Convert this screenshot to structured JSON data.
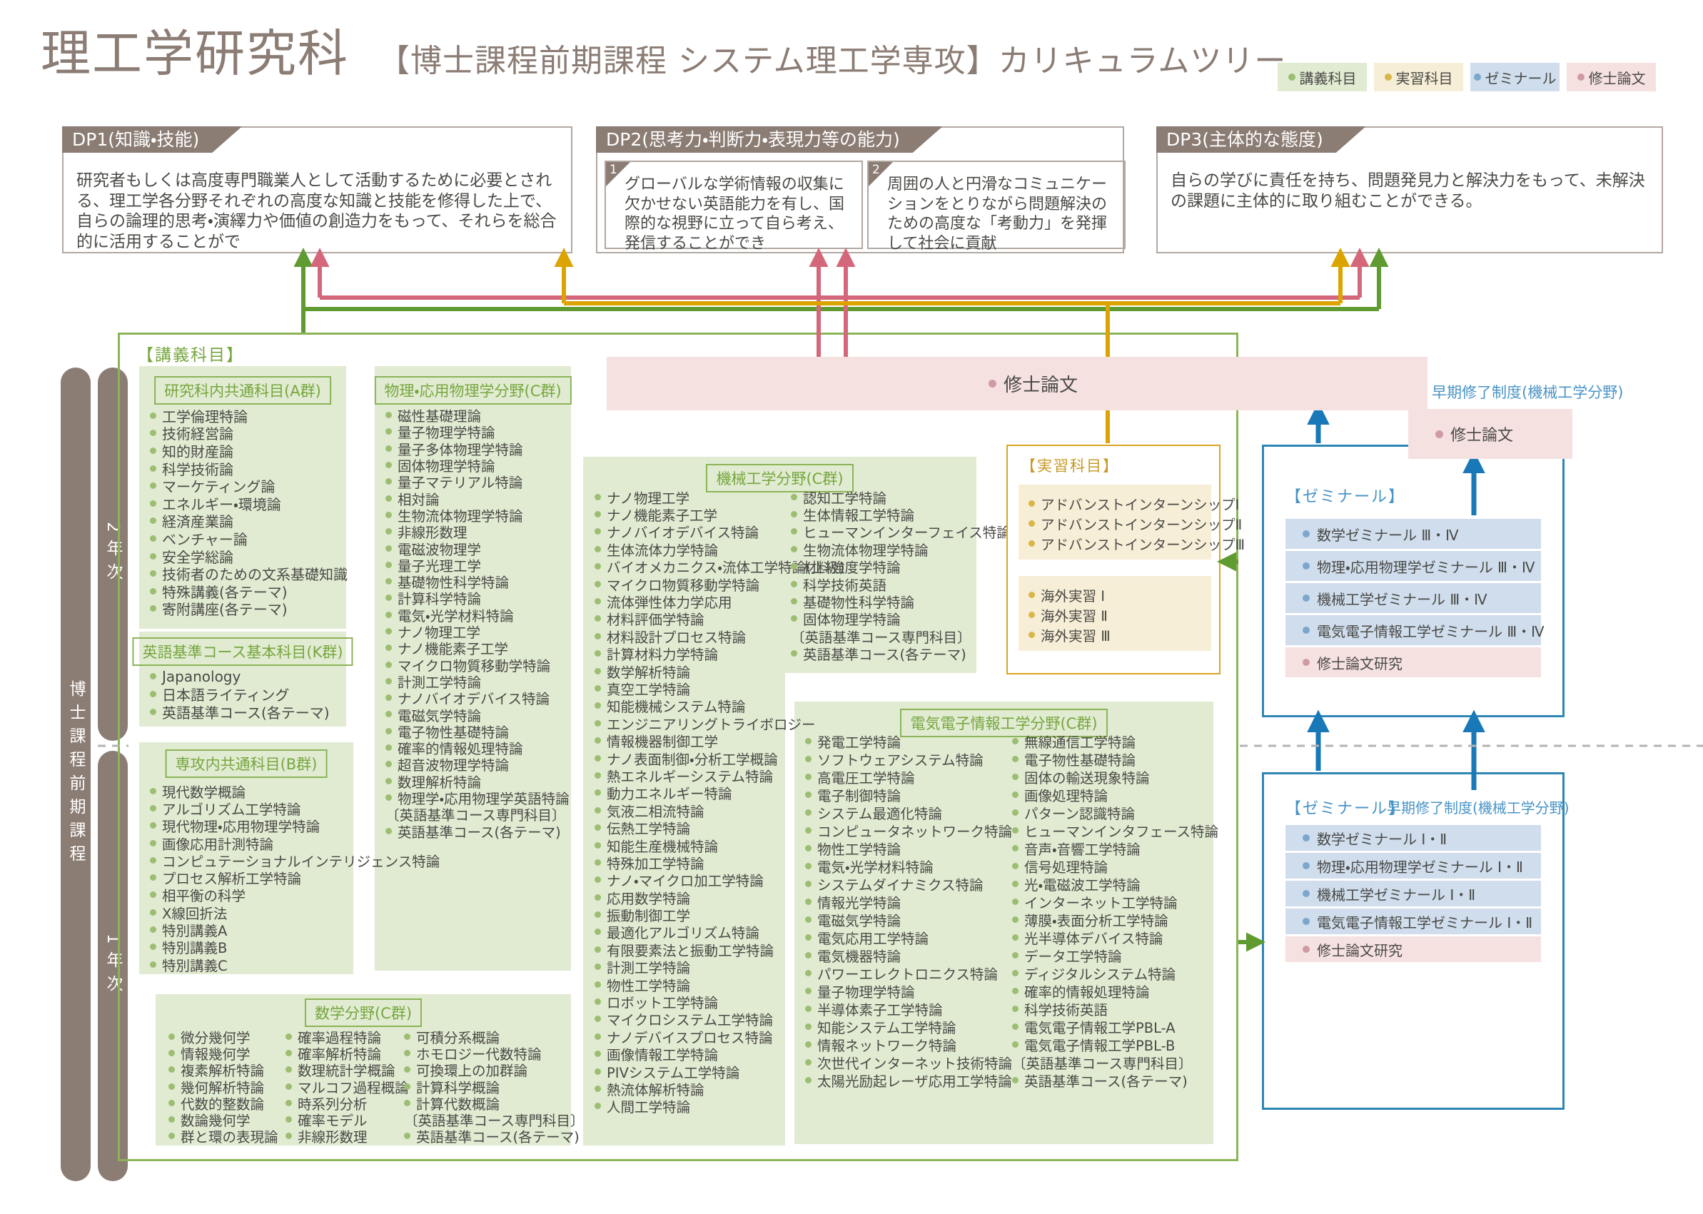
{
  "title": {
    "main": "理工学研究科",
    "sub": "【博士課程前期課程 システム理工学専攻】カリキュラムツリー"
  },
  "legend": {
    "items": [
      "講義科目",
      "実習科目",
      "ゼミナール",
      "修士論文"
    ]
  },
  "dp": {
    "dp1": {
      "name": "DP1(知識・技能)",
      "text": "研究者もしくは高度専門職業人として活動するために必要とされる、理工学各分野それぞれの高度な知識と技能を修得した上で、自らの論理的思考・演繹力や価値の創造力をもって、それらを総合的に活用することがで"
    },
    "dp2": {
      "name": "DP2(思考力・判断力・表現力等の能力)",
      "items": [
        {
          "num": "1",
          "text": "グローバルな学術情報の収集に欠かせない英語能力を有し、国際的な視野に立って自ら考え、発信することができ"
        },
        {
          "num": "2",
          "text": "周囲の人と円滑なコミュニケーションをとりながら問題解決のための高度な「考動力」を発揮して社会に貢献"
        }
      ]
    },
    "dp3": {
      "name": "DP3(主体的な態度)",
      "text": "自らの学びに責任を持ち、問題発見力と解決力をもって、未解決の課題に主体的に取り組むことができる。"
    }
  },
  "sidebar": {
    "program": "博士課程前期課程",
    "year2": "2年次",
    "year1": "1年次"
  },
  "lecture": {
    "label": "【講義科目】",
    "groups": {
      "a": {
        "title": "研究科内共通科目(A群)",
        "items": [
          "工学倫理特論",
          "技術経営論",
          "知的財産論",
          "科学技術論",
          "マーケティング論",
          "エネルギー・環境論",
          "経済産業論",
          "ベンチャー論",
          "安全学総論",
          "技術者のための文系基礎知識",
          "特殊講義(各テーマ)",
          "寄附講座(各テーマ)"
        ]
      },
      "k": {
        "title": "英語基準コース基本科目(K群)",
        "items": [
          "Japanology",
          "日本語ライティング",
          "英語基準コース(各テーマ)"
        ]
      },
      "b": {
        "title": "専攻内共通科目(B群)",
        "items": [
          "現代数学概論",
          "アルゴリズム工学特論",
          "現代物理・応用物理学特論",
          "画像応用計測特論",
          "コンピュテーショナルインテリジェンス特論",
          "プロセス解析工学特論",
          "相平衡の科学",
          "X線回折法",
          "特別講義A",
          "特別講義B",
          "特別講義C"
        ]
      },
      "math": {
        "title": "数学分野(C群)",
        "col1": [
          "微分幾何学",
          "情報幾何学",
          "複素解析特論",
          "幾何解析特論",
          "代数的整数論",
          "数論幾何学",
          "群と環の表現論"
        ],
        "col2": [
          "確率過程特論",
          "確率解析特論",
          "数理統計学概論",
          "マルコフ過程概論",
          "時系列分析",
          "確率モデル",
          "非線形数理"
        ],
        "col3": [
          "可積分系概論",
          "ホモロジー代数特論",
          "可換環上の加群論",
          "計算科学概論",
          "計算代数概論",
          "〔英語基準コース専門科目〕",
          "英語基準コース(各テーマ)"
        ]
      },
      "phys": {
        "title": "物理・応用物理学分野(C群)",
        "items": [
          "磁性基礎理論",
          "量子物理学特論",
          "量子多体物理学特論",
          "固体物理学特論",
          "量子マテリアル特論",
          "相対論",
          "生物流体物理学特論",
          "非線形数理",
          "電磁波物理学",
          "量子光理工学",
          "基礎物性科学特論",
          "計算科学特論",
          "電気・光学材料特論",
          "ナノ物理工学",
          "ナノ機能素子工学",
          "マイクロ物質移動学特論",
          "計測工学特論",
          "ナノバイオデバイス特論",
          "電磁気学特論",
          "電子物性基礎特論",
          "確率的情報処理特論",
          "超音波物理学特論",
          "数理解析特論",
          "物理学・応用物理学英語特論",
          "〔英語基準コース専門科目〕",
          "英語基準コース(各テーマ)"
        ]
      },
      "mech": {
        "title": "機械工学分野(C群)",
        "left": [
          "ナノ物理工学",
          "ナノ機能素子工学",
          "ナノバイオデバイス特論",
          "生体流体力学特論",
          "バイオメカニクス・流体工学特論(上級)",
          "マイクロ物質移動学特論",
          "流体弾性体力学応用",
          "材料評価学特論",
          "材料設計プロセス特論",
          "計算材料力学特論",
          "数学解析特論",
          "真空工学特論",
          "知能機械システム特論",
          "エンジニアリングトライボロジー",
          "情報機器制御工学",
          "ナノ表面制御・分析工学概論",
          "熱エネルギーシステム特論",
          "動力エネルギー特論",
          "気液二相流特論",
          "伝熱工学特論",
          "知能生産機械特論",
          "特殊加工学特論",
          "ナノ・マイクロ加工学特論",
          "応用数学特論",
          "振動制御工学",
          "最適化アルゴリズム特論",
          "有限要素法と振動工学特論",
          "計測工学特論",
          "物性工学特論",
          "ロボット工学特論",
          "マイクロシステム工学特論",
          "ナノデバイスプロセス特論",
          "画像情報工学特論",
          "PIVシステム工学特論",
          "熱流体解析特論",
          "人間工学特論"
        ],
        "right": [
          "認知工学特論",
          "生体情報工学特論",
          "ヒューマンインターフェイス特論",
          "生物流体物理学特論",
          "材料強度学特論",
          "科学技術英語",
          "基礎物性科学特論",
          "固体物理学特論",
          "〔英語基準コース専門科目〕",
          "英語基準コース(各テーマ)"
        ]
      },
      "elec": {
        "title": "電気電子情報工学分野(C群)",
        "left": [
          "発電工学特論",
          "ソフトウェアシステム特論",
          "高電圧工学特論",
          "電子制御特論",
          "システム最適化特論",
          "コンピュータネットワーク特論",
          "物性工学特論",
          "電気・光学材料特論",
          "システムダイナミクス特論",
          "情報光学特論",
          "電磁気学特論",
          "電気応用工学特論",
          "電気機器特論",
          "パワーエレクトロニクス特論",
          "量子物理学特論",
          "半導体素子工学特論",
          "知能システム工学特論",
          "情報ネットワーク特論",
          "次世代インターネット技術特論",
          "太陽光励起レーザ応用工学特論"
        ],
        "right": [
          "無線通信工学特論",
          "電子物性基礎特論",
          "固体の輸送現象特論",
          "画像処理特論",
          "パターン認識特論",
          "ヒューマンインタフェース特論",
          "音声・音響工学特論",
          "信号処理特論",
          "光・電磁波工学特論",
          "インターネット工学特論",
          "薄膜・表面分析工学特論",
          "光半導体デバイス特論",
          "データ工学特論",
          "ディジタルシステム特論",
          "確率的情報処理特論",
          "科学技術英語",
          "電気電子情報工学PBL-A",
          "電気電子情報工学PBL-B",
          "〔英語基準コース専門科目〕",
          "英語基準コース(各テーマ)"
        ]
      }
    }
  },
  "practical": {
    "label": "【実習科目】",
    "internships": [
      "アドバンストインターンシップⅠ",
      "アドバンストインターンシップⅡ",
      "アドバンストインターンシップⅢ"
    ],
    "overseas": [
      "海外実習 Ⅰ",
      "海外実習 Ⅱ",
      "海外実習 Ⅲ"
    ]
  },
  "thesis": {
    "bar1": "修士論文",
    "bar2": "修士論文"
  },
  "early_completion": "早期修了制度(機械工学分野)",
  "seminar_upper": {
    "label": "【ゼミナール】",
    "items": [
      "数学ゼミナール Ⅲ・Ⅳ",
      "物理・応用物理学ゼミナール Ⅲ・Ⅳ",
      "機械工学ゼミナール Ⅲ・Ⅳ",
      "電気電子情報工学ゼミナール Ⅲ・Ⅳ",
      "修士論文研究"
    ]
  },
  "seminar_lower": {
    "label": "【ゼミナール】",
    "note": "早期修了制度(機械工学分野)",
    "items": [
      "数学ゼミナール Ⅰ・Ⅱ",
      "物理・応用物理学ゼミナール Ⅰ・Ⅱ",
      "機械工学ゼミナール Ⅰ・Ⅱ",
      "電気電子情報工学ゼミナール Ⅰ・Ⅱ",
      "修士論文研究"
    ]
  },
  "colors": {
    "brown": "#8b7c74",
    "text": "#4a4a46",
    "green_accent": "#76a63e",
    "green_border": "#8bb457",
    "green_bg": "#e1ebd2",
    "green_arrow": "#5f9b31",
    "bullet_green": "#9cbd72",
    "yellow_accent": "#c79a27",
    "yellow_border": "#d9a520",
    "cream_bg": "#f6eed6",
    "bullet_yellow": "#d9b64a",
    "yellow_arrow": "#dba400",
    "blue_accent": "#4a94c6",
    "blue_border": "#2e86b5",
    "blue_bg": "#cfdded",
    "blue_arrow": "#1878b8",
    "bullet_blue": "#7ba7cc",
    "pink_bg": "#f6e1e1",
    "bullet_pink": "#cf9aa4",
    "pink_arrow": "#d4687a",
    "dp_border": "#b2a8a2",
    "dash": "#b3b3b3"
  }
}
